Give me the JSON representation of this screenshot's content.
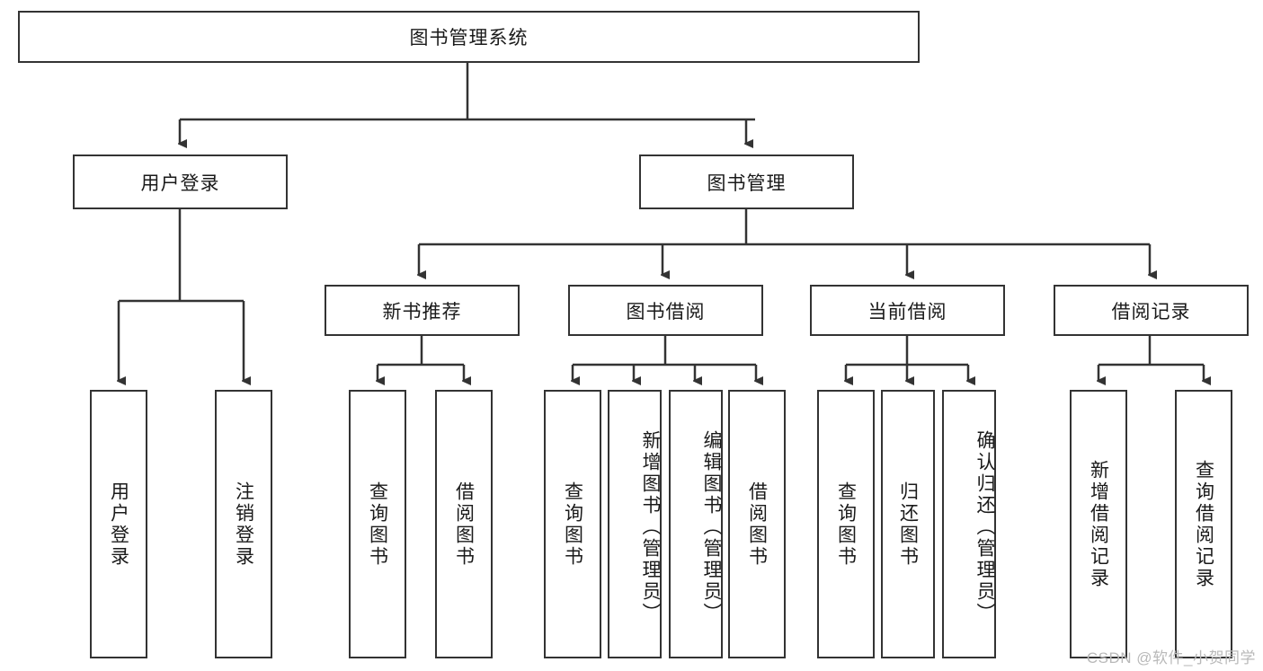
{
  "diagram": {
    "title": "图书管理系统",
    "watermark": "CSDN @软件_小贺同学",
    "type": "tree-hierarchy",
    "colors": {
      "border": "#333333",
      "background": "#ffffff",
      "text": "#1a1a1a",
      "watermark": "#b9b9b9"
    },
    "root": {
      "label": "图书管理系统",
      "orientation": "horizontal"
    },
    "level2": [
      {
        "label": "用户登录",
        "orientation": "horizontal"
      },
      {
        "label": "图书管理",
        "orientation": "horizontal"
      }
    ],
    "level3": [
      {
        "label": "新书推荐",
        "orientation": "horizontal"
      },
      {
        "label": "图书借阅",
        "orientation": "horizontal"
      },
      {
        "label": "当前借阅",
        "orientation": "horizontal"
      },
      {
        "label": "借阅记录",
        "orientation": "horizontal"
      }
    ],
    "leaves": {
      "user_login": [
        {
          "label": "用户登录",
          "orientation": "vertical"
        },
        {
          "label": "注销登录",
          "orientation": "vertical"
        }
      ],
      "new_book_recommend": [
        {
          "label": "查询图书",
          "orientation": "vertical"
        },
        {
          "label": "借阅图书",
          "orientation": "vertical"
        }
      ],
      "book_borrow": [
        {
          "label": "查询图书",
          "orientation": "vertical"
        },
        {
          "label": "新增图书（管理员）",
          "orientation": "vertical"
        },
        {
          "label": "编辑图书（管理员）",
          "orientation": "vertical"
        },
        {
          "label": "借阅图书",
          "orientation": "vertical"
        }
      ],
      "current_borrow": [
        {
          "label": "查询图书",
          "orientation": "vertical"
        },
        {
          "label": "归还图书",
          "orientation": "vertical"
        },
        {
          "label": "确认归还（管理员）",
          "orientation": "vertical"
        }
      ],
      "borrow_record": [
        {
          "label": "新增借阅记录",
          "orientation": "vertical"
        },
        {
          "label": "查询借阅记录",
          "orientation": "vertical"
        }
      ]
    }
  }
}
